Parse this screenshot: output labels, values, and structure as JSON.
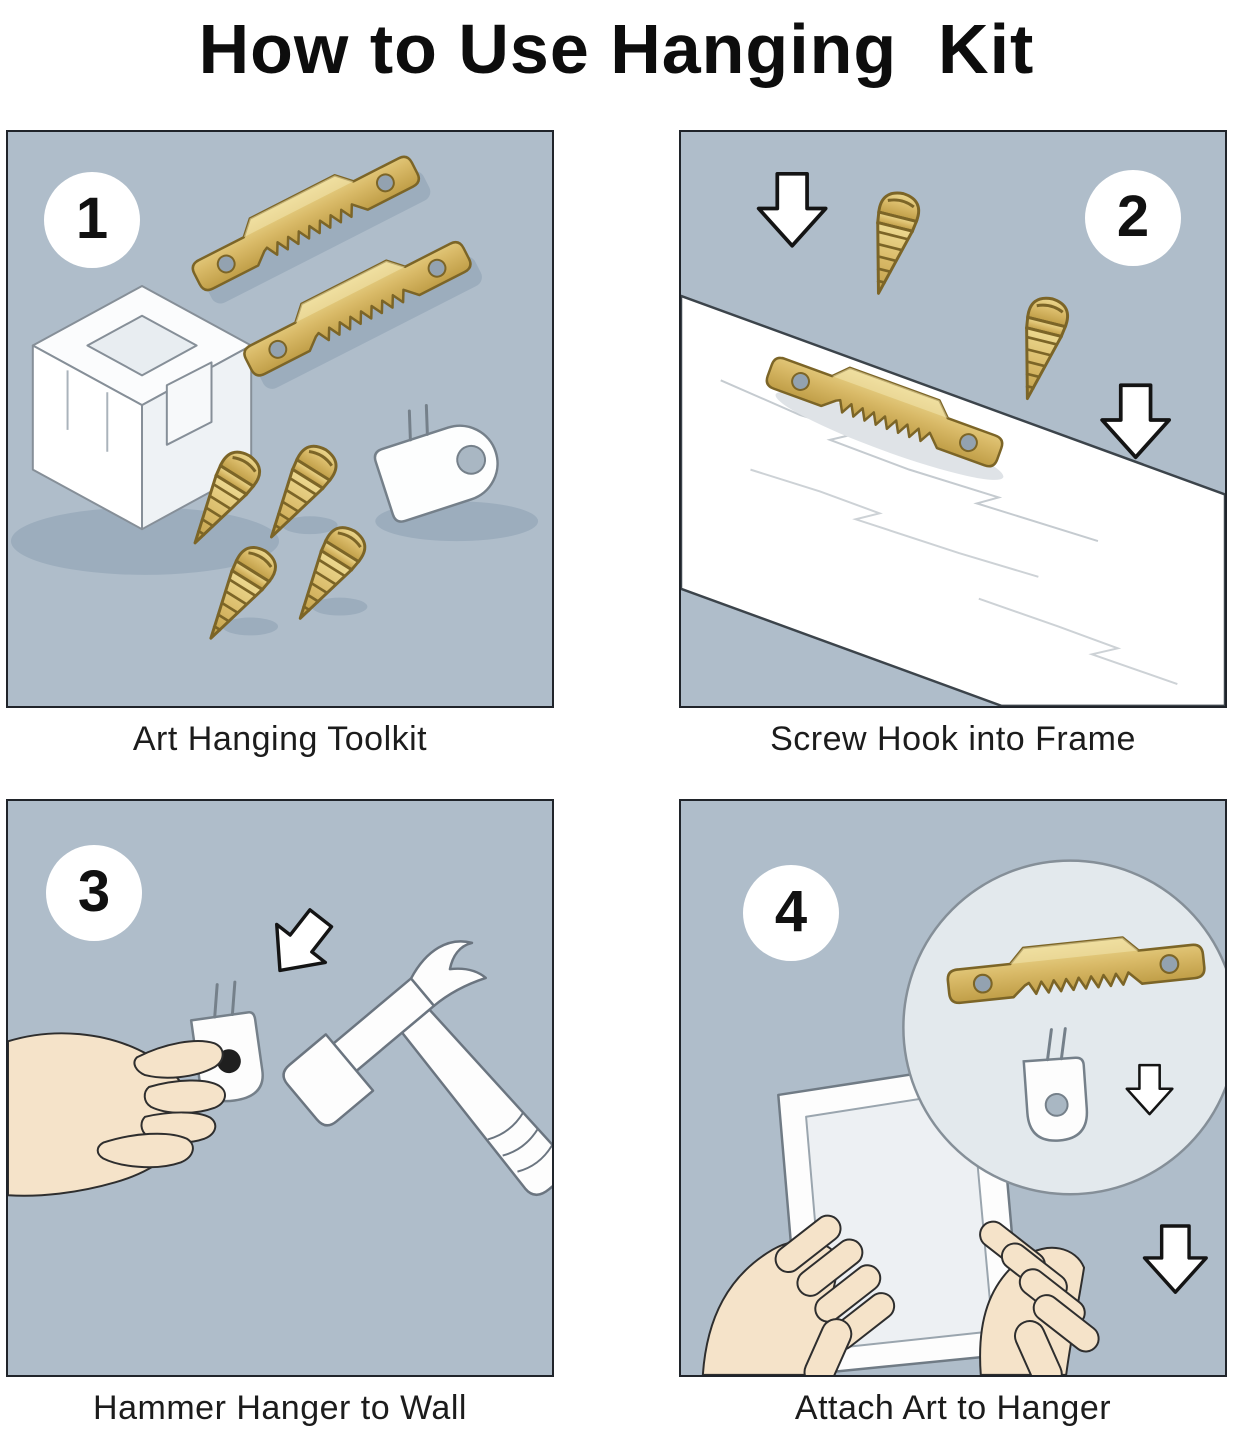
{
  "page": {
    "title": "How to Use Hanging  Kit"
  },
  "panels": [
    {
      "number": "1",
      "caption": "Art Hanging Toolkit",
      "objects": [
        "storage-box",
        "sawtooth-hanger",
        "sawtooth-hanger",
        "screw",
        "screw",
        "screw",
        "screw",
        "wall-hook"
      ]
    },
    {
      "number": "2",
      "caption": "Screw Hook into Frame",
      "objects": [
        "wood-frame-board",
        "sawtooth-hanger",
        "screw",
        "screw",
        "down-arrow",
        "down-arrow"
      ]
    },
    {
      "number": "3",
      "caption": "Hammer Hanger to Wall",
      "objects": [
        "down-arrow",
        "hand",
        "picture-hanger",
        "hammer"
      ]
    },
    {
      "number": "4",
      "caption": "Attach Art to Hanger",
      "objects": [
        "magnifier-circle",
        "sawtooth-hanger",
        "wall-hook",
        "down-arrow",
        "canvas-frame",
        "hand",
        "hand",
        "down-arrow"
      ]
    }
  ],
  "colors": {
    "panel_background": "#afbdca",
    "brass": "#d9ba68",
    "brass_outline": "#7c6527",
    "skin": "#f5e3c9",
    "object_white": "#ffffff",
    "outline_gray": "#75808a",
    "shadow": "#9cadbd",
    "text": "#141414"
  }
}
